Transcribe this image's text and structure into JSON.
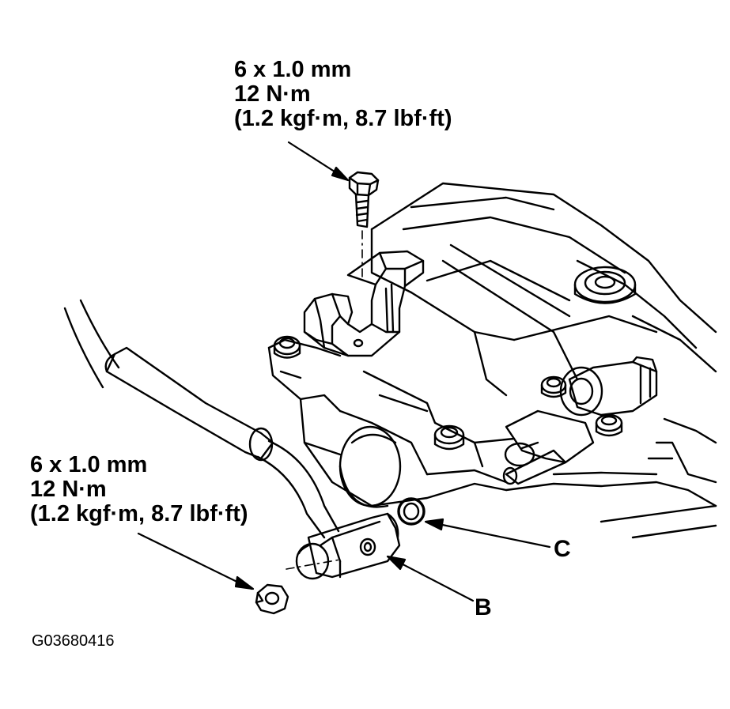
{
  "spec_top": {
    "size": "6 x 1.0 mm",
    "torque_nm": "12 N·m",
    "torque_alt": "(1.2 kgf·m, 8.7 lbf·ft)"
  },
  "spec_bottom": {
    "size": "6 x 1.0 mm",
    "torque_nm": "12 N·m",
    "torque_alt": "(1.2 kgf·m, 8.7 lbf·ft)"
  },
  "callouts": {
    "b": "B",
    "c": "C"
  },
  "figure_code": "G03680416",
  "colors": {
    "ink": "#000000",
    "paper": "#ffffff"
  }
}
